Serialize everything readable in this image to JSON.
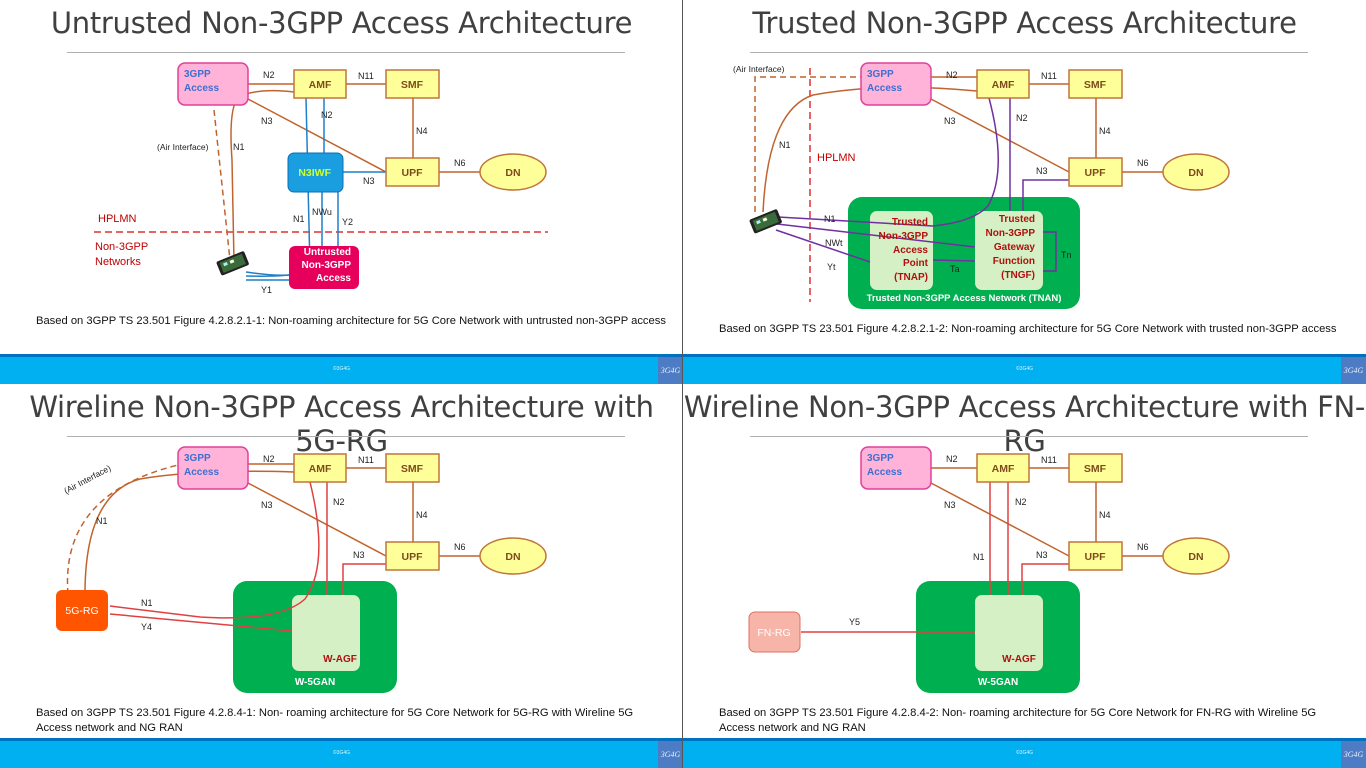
{
  "colors": {
    "nf_fill": "#ffff99",
    "nf_stroke": "#c0753b",
    "link_brown": "#c0632d",
    "link_blue": "#1f7fc8",
    "link_purple": "#7030a0",
    "link_red": "#e04040",
    "access_pink": "#ffb3d9",
    "n3iwf_blue": "#00b0f0",
    "untrusted_red": "#e6005c",
    "tnan_green": "#00b050",
    "inner_green": "#d4f0c4",
    "rg_orange": "#ff5500",
    "fnrg_salmon": "#f7b5aa",
    "footer_blue": "#00b0f0",
    "hplmn_red": "#c00000"
  },
  "common": {
    "amf": "AMF",
    "smf": "SMF",
    "upf": "UPF",
    "dn": "DN",
    "access_line1": "3GPP",
    "access_line2": "Access",
    "footer_copyright": "©3G4G",
    "footer_logo": "3G4G",
    "labels": {
      "n1": "N1",
      "n2": "N2",
      "n3": "N3",
      "n4": "N4",
      "n6": "N6",
      "n11": "N11"
    }
  },
  "slides": {
    "untrusted": {
      "title": "Untrusted Non-3GPP Access Architecture",
      "air_interface": "(Air Interface)",
      "n3iwf": "N3IWF",
      "hplmn": "HPLMN",
      "non3gpp_line1": "Non-3GPP",
      "non3gpp_line2": "Networks",
      "access_line1": "Untrusted",
      "access_line2": "Non-3GPP",
      "access_line3": "Access",
      "nwu": "NWu",
      "y1": "Y1",
      "y2": "Y2",
      "caption": "Based on 3GPP TS 23.501 Figure 4.2.8.2.1-1: Non-roaming architecture for 5G Core Network with untrusted non-3GPP access"
    },
    "trusted": {
      "title": "Trusted Non-3GPP Access Architecture",
      "air_interface": "(Air Interface)",
      "hplmn": "HPLMN",
      "tnap": [
        "Trusted",
        "Non-3GPP",
        "Access",
        "Point",
        "(TNAP)"
      ],
      "tngf": [
        "Trusted",
        "Non-3GPP",
        "Gateway",
        "Function",
        "(TNGF)"
      ],
      "tnan": "Trusted Non-3GPP Access Network (TNAN)",
      "nwt": "NWt",
      "yt": "Yt",
      "ta": "Ta",
      "tn": "Tn",
      "caption": "Based on 3GPP TS 23.501 Figure 4.2.8.2.1-2: Non-roaming architecture for 5G Core Network with trusted non-3GPP access"
    },
    "rg5g": {
      "title": "Wireline Non-3GPP Access Architecture with 5G-RG",
      "air_interface": "(Air Interface)",
      "rg": "5G-RG",
      "wagf": "W-AGF",
      "w5gan": "W-5GAN",
      "y4": "Y4",
      "caption": "Based on 3GPP TS 23.501 Figure 4.2.8.4-1: Non- roaming architecture for 5G Core Network for 5G-RG with Wireline 5G Access network and NG RAN"
    },
    "fnrg": {
      "title": "Wireline Non-3GPP Access Architecture with FN-RG",
      "rg": "FN-RG",
      "wagf": "W-AGF",
      "w5gan": "W-5GAN",
      "y5": "Y5",
      "caption": "Based on 3GPP TS 23.501 Figure 4.2.8.4-2: Non- roaming architecture for 5G Core Network for FN-RG with Wireline 5G Access network and NG RAN"
    }
  }
}
